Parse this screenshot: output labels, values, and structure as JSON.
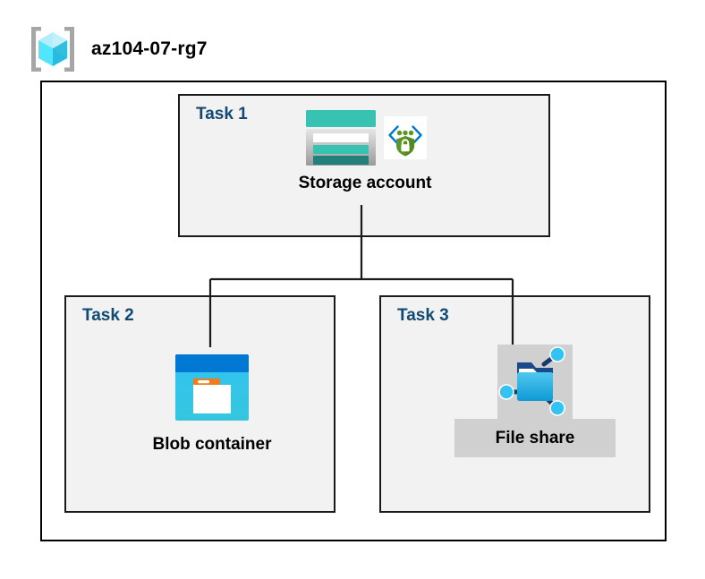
{
  "diagram": {
    "title": "az104-07-rg7",
    "resource_group_icon": "resource-group-cube-icon",
    "accent_color": "#124a72",
    "box_fill": "#f2f2f2",
    "box_border": "#1a1a1a",
    "highlight_color": "#d0d0d0",
    "connector_color": "#1a1a1a"
  },
  "tasks": [
    {
      "id": "task1",
      "label": "Task 1",
      "node": {
        "label": "Storage account",
        "icons": [
          "storage-account-icon",
          "storage-security-endpoint-icon"
        ],
        "highlighted": false
      }
    },
    {
      "id": "task2",
      "label": "Task 2",
      "node": {
        "label": "Blob container",
        "icons": [
          "blob-container-icon"
        ],
        "highlighted": false
      }
    },
    {
      "id": "task3",
      "label": "Task 3",
      "node": {
        "label": "File share",
        "icons": [
          "file-share-icon"
        ],
        "highlighted": true
      }
    }
  ],
  "connections": [
    {
      "from": "Storage account",
      "to": "Blob container"
    },
    {
      "from": "Storage account",
      "to": "File share"
    }
  ]
}
